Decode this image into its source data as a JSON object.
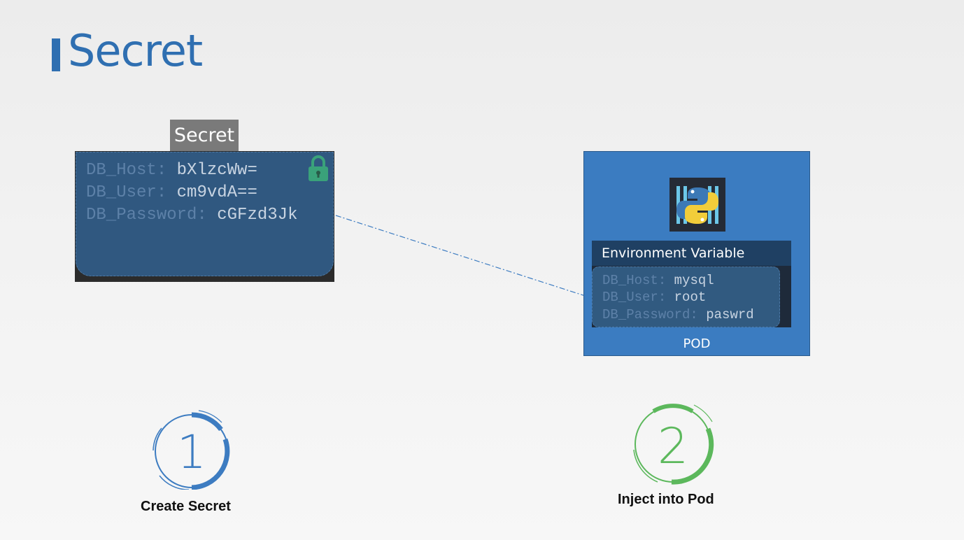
{
  "page": {
    "title": "Secret"
  },
  "secret": {
    "tab_label": "Secret",
    "entries": [
      {
        "key": "DB_Host",
        "value": "bXlzcWw="
      },
      {
        "key": "DB_User",
        "value": "cm9vdA=="
      },
      {
        "key": "DB_Password",
        "value": "cGFzd3Jk"
      }
    ],
    "icon": "lock-icon"
  },
  "pod": {
    "label": "POD",
    "icon": "python-icon",
    "env_header": "Environment Variable",
    "entries": [
      {
        "key": "DB_Host",
        "value": "mysql"
      },
      {
        "key": "DB_User",
        "value": "root"
      },
      {
        "key": "DB_Password",
        "value": "paswrd"
      }
    ]
  },
  "steps": [
    {
      "number": "1",
      "label": "Create Secret",
      "color": "#3d7cc1"
    },
    {
      "number": "2",
      "label": "Inject into Pod",
      "color": "#5cb85c"
    }
  ],
  "colors": {
    "accent": "#2f6fb1",
    "pod": "#3b7cc1",
    "step1": "#3d7cc1",
    "step2": "#5cb85c",
    "lock": "#3aa27a"
  }
}
